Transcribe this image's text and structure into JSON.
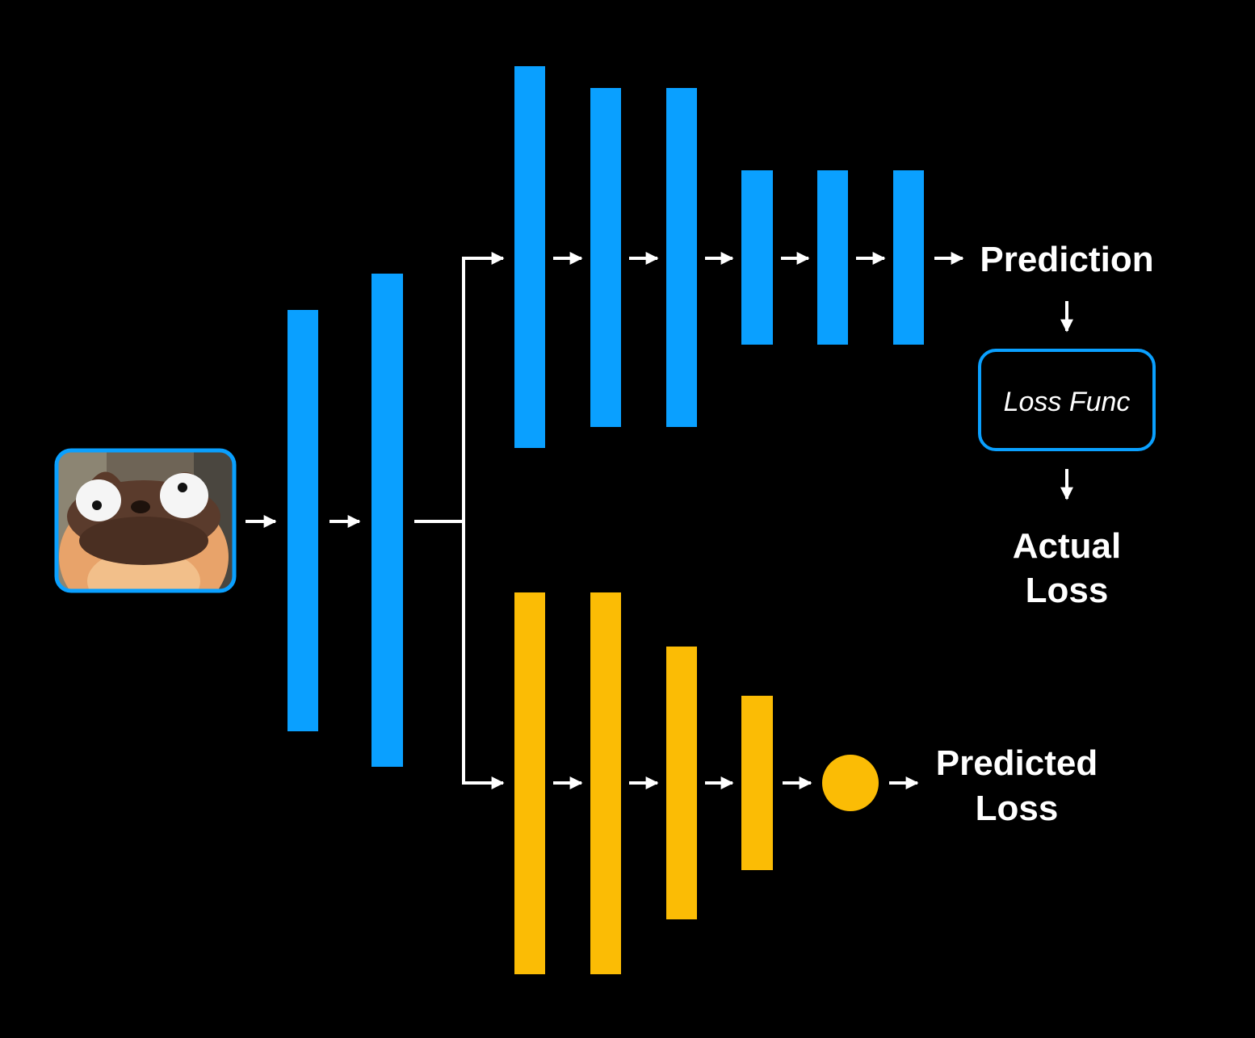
{
  "colors": {
    "background": "#000000",
    "main_branch": "#0aa0ff",
    "loss_branch": "#fbbc05",
    "arrow": "#ffffff",
    "text": "#ffffff"
  },
  "input_image": {
    "icon": "cartoon-pug-face-icon"
  },
  "labels": {
    "prediction": "Prediction",
    "loss_function": "Loss Func",
    "actual_loss": [
      "Actual",
      "Loss"
    ],
    "predicted_loss": [
      "Predicted",
      "Loss"
    ]
  },
  "branches": {
    "shared_layer_count": 2,
    "target_layer_count": 6,
    "loss_predictor_layer_count": 4,
    "loss_predictor_output_node": "circle"
  }
}
